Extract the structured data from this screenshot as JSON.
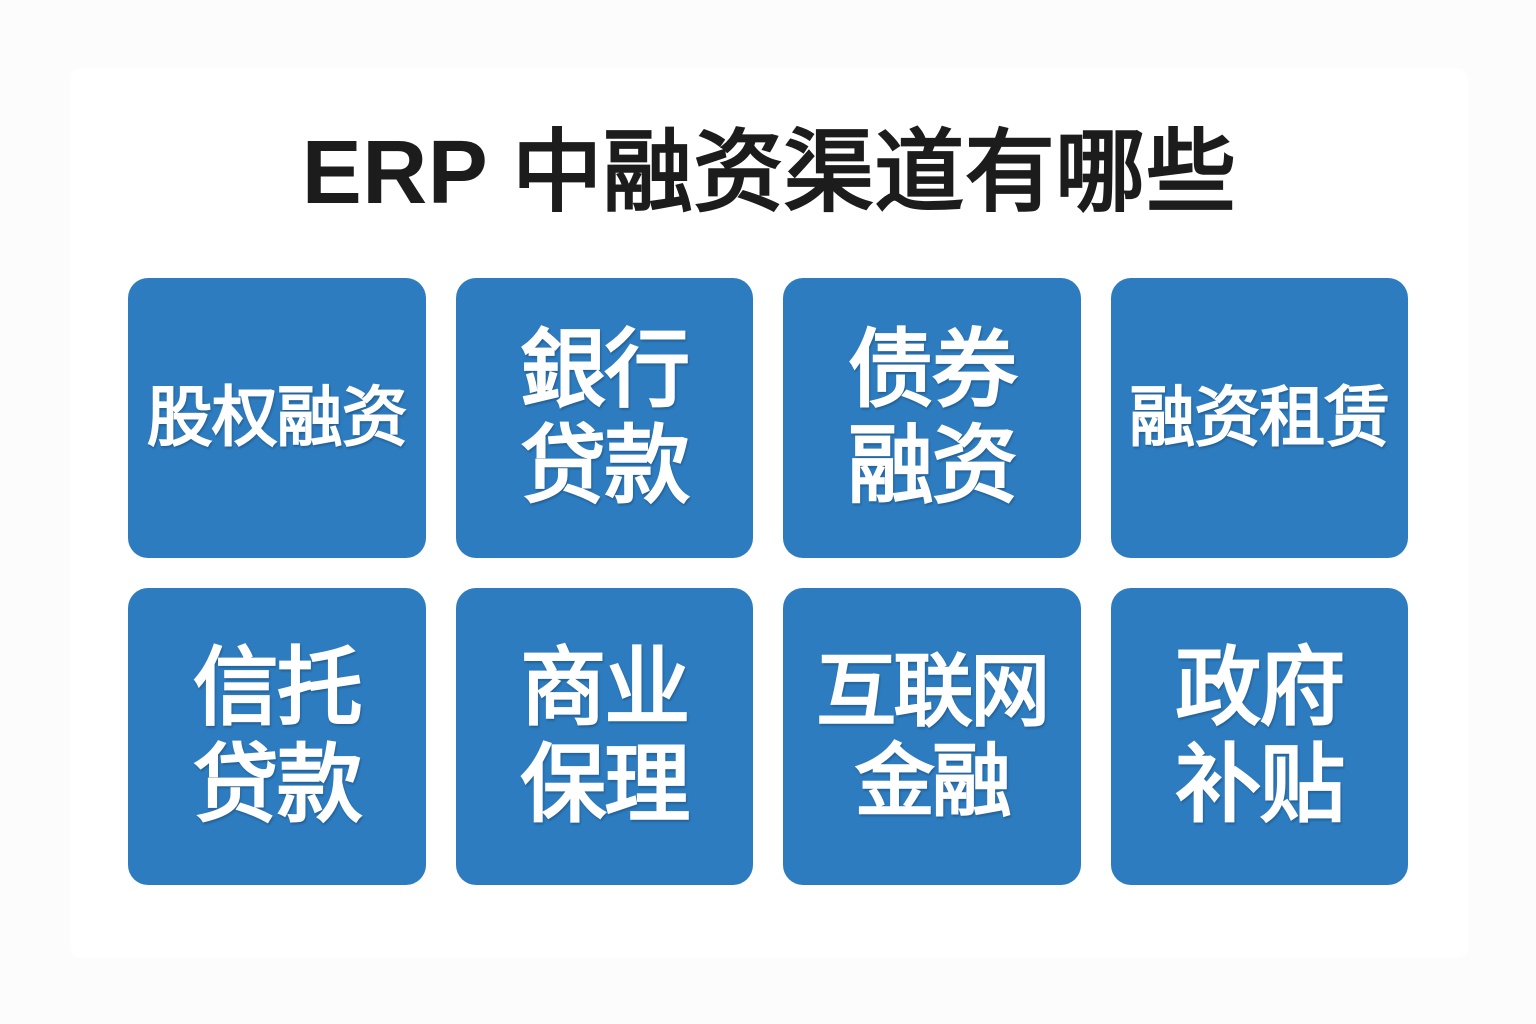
{
  "page": {
    "title": "ERP 中融资渠道有哪些",
    "background_color": "#fcfcfd",
    "card_color": "#ffffff",
    "accent_color": "#2d7cc0",
    "title_color": "#1c1c1c",
    "tile_text_color": "#ffffff"
  },
  "grid": {
    "columns": 4,
    "rows": 2,
    "tiles": [
      {
        "label": "股权融资",
        "lines": 1,
        "row": 1,
        "col": 1
      },
      {
        "label": "銀行\n贷款",
        "lines": 2,
        "row": 1,
        "col": 2
      },
      {
        "label": "债券\n融资",
        "lines": 2,
        "row": 1,
        "col": 3
      },
      {
        "label": "融资租赁",
        "lines": 1,
        "row": 1,
        "col": 4
      },
      {
        "label": "信托\n贷款",
        "lines": 2,
        "row": 2,
        "col": 1
      },
      {
        "label": "商业\n保理",
        "lines": 2,
        "row": 2,
        "col": 2
      },
      {
        "label": "互联网\n金融",
        "lines": 2,
        "row": 2,
        "col": 3
      },
      {
        "label": "政府\n补贴",
        "lines": 2,
        "row": 2,
        "col": 4
      }
    ]
  }
}
